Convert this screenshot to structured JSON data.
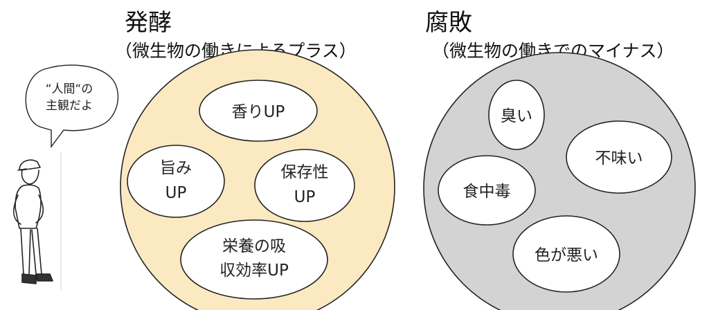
{
  "colors": {
    "fermentation_fill": "#fbe9c2",
    "putrefaction_fill": "#d3d3d3",
    "outline": "#222222",
    "bubble_fill": "#ffffff"
  },
  "fermentation": {
    "title": "発酵",
    "subtitle": "（微生物の働きによるプラス）",
    "items": [
      {
        "lines": [
          "香りUP"
        ]
      },
      {
        "lines": [
          "旨み",
          "UP"
        ]
      },
      {
        "lines": [
          "保存性",
          "UP"
        ]
      },
      {
        "lines": [
          "栄養の吸",
          "収効率UP"
        ]
      }
    ]
  },
  "putrefaction": {
    "title": "腐敗",
    "subtitle": "（微生物の働きでのマイナス）",
    "items": [
      {
        "lines": [
          "臭い"
        ]
      },
      {
        "lines": [
          "不味い"
        ]
      },
      {
        "lines": [
          "食中毒"
        ]
      },
      {
        "lines": [
          "色が悪い"
        ]
      }
    ]
  },
  "speech": {
    "lines": [
      "“人間“の",
      "主観だよ"
    ]
  },
  "person_icon": "standing-man-illustration"
}
